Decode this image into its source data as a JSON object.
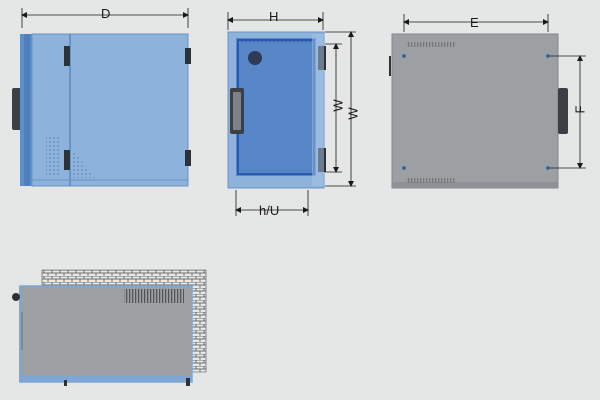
{
  "colors": {
    "background": "#e5e6e6",
    "enclosure_blue": "#8db3dc",
    "enclosure_blue_dark": "#5f8fc7",
    "door_blue": "#4d7fc4",
    "plate_gray": "#9da0a3",
    "plate_gray_dark": "#7f8286",
    "wall_brick": "#b5b5b5",
    "dimension_line": "#1a1a1a"
  },
  "labels": {
    "D": "D",
    "H": "H",
    "W_inner": "W",
    "W_outer": "W",
    "E": "E",
    "F": "F",
    "hU": "h/U"
  },
  "views": {
    "side": "side-view",
    "front": "front-view",
    "mounting": "mounting-plate-view",
    "wall": "wall-mount-view"
  }
}
